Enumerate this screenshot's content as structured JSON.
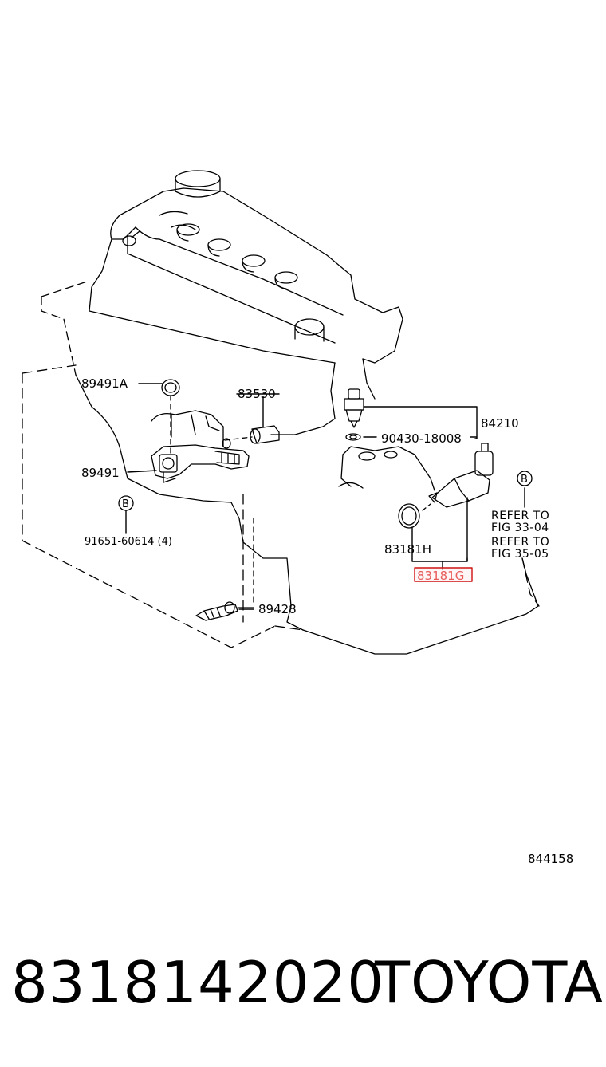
{
  "diagram": {
    "callouts": {
      "c89491A": "89491A",
      "c83530": "83530",
      "c84210": "84210",
      "c9043018008": "90430-18008",
      "c89491": "89491",
      "c9165160614": "91651-60614 (4)",
      "c83181H": "83181H",
      "c83181G": "83181G",
      "c89428": "89428",
      "refer1a": "REFER TO",
      "refer1b": "FIG 33-04",
      "refer2a": "REFER TO",
      "refer2b": "FIG 35-05",
      "markerB": "B"
    },
    "figure_id": "844158",
    "highlight_color": "#d11111"
  },
  "footer": {
    "part_number": "8318142020",
    "brand": "TOYOTA"
  }
}
